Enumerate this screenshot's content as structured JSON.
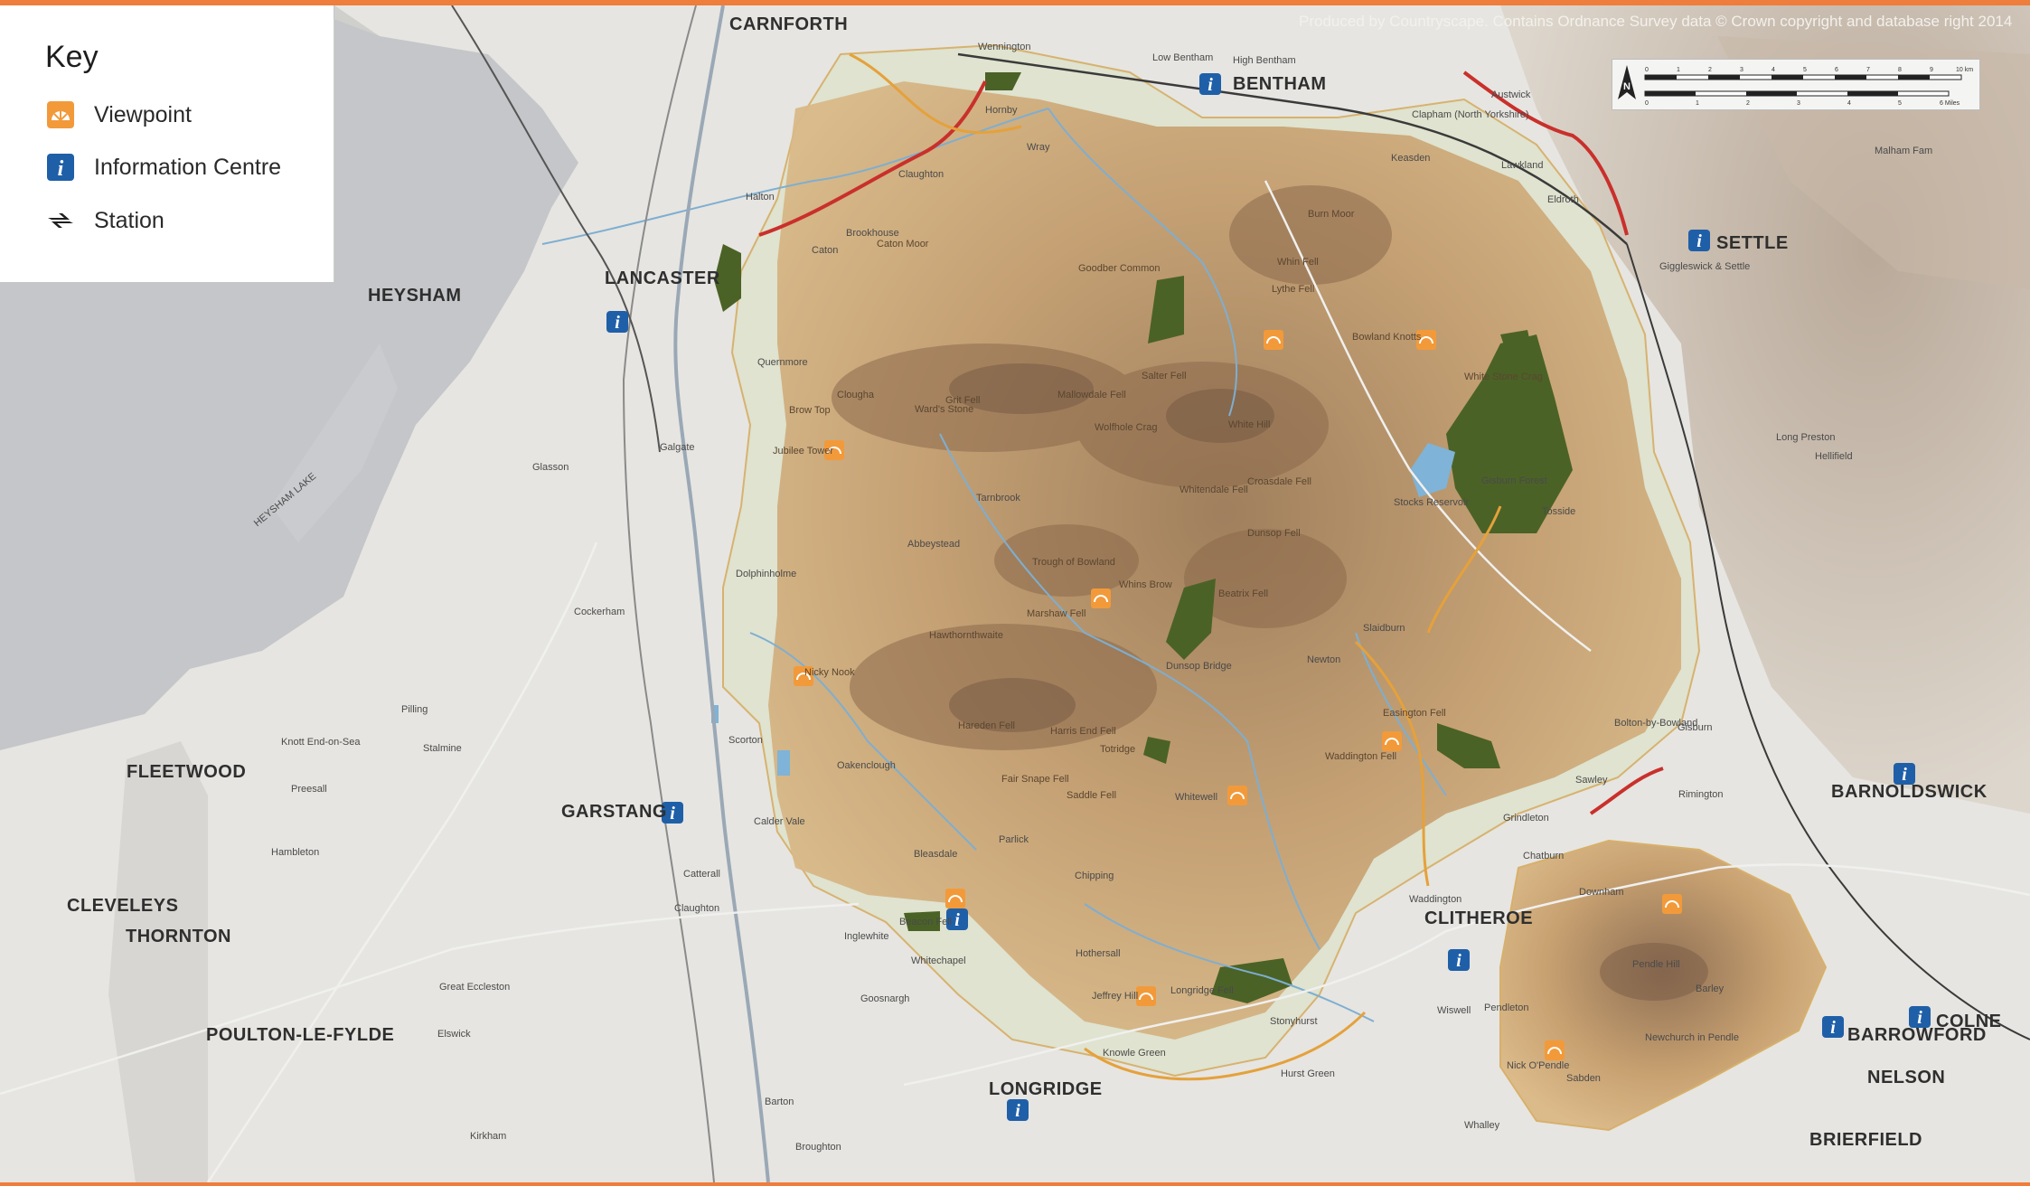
{
  "credit": "Produced by Countryscape. Contains Ordnance Survey data © Crown copyright and database right 2014",
  "key": {
    "title": "Key",
    "items": [
      {
        "icon": "viewpoint-icon",
        "label": "Viewpoint",
        "color": "#f29a3a"
      },
      {
        "icon": "information-centre-icon",
        "label": "Information Centre",
        "color": "#1f5fa8"
      },
      {
        "icon": "station-icon",
        "label": "Station",
        "color": "#1e1e1e"
      }
    ]
  },
  "scale": {
    "km_ticks": [
      "0",
      "1",
      "2",
      "3",
      "4",
      "5",
      "6",
      "7",
      "8",
      "9",
      "10 km"
    ],
    "mile_ticks": [
      "0",
      "1",
      "2",
      "3",
      "4",
      "5",
      "6 Miles"
    ],
    "north": "N"
  },
  "towns": {
    "carnforth": "CARNFORTH",
    "bentham": "BENTHAM",
    "settle": "SETTLE",
    "lancaster": "LANCASTER",
    "heysham": "HEYSHAM",
    "fleetwood": "FLEETWOOD",
    "garstang": "GARSTANG",
    "barnoldswick": "BARNOLDSWICK",
    "clitheroe": "CLITHEROE",
    "cleveleys": "CLEVELEYS",
    "thornton": "THORNTON",
    "poulton": "POULTON-LE-FYLDE",
    "longridge": "LONGRIDGE",
    "barrowford": "BARROWFORD",
    "nelson": "NELSON",
    "brierfield": "BRIERFIELD",
    "colne": "COLNE",
    "heysham_lake": "HEYSHAM LAKE"
  },
  "villages": {
    "wennington": "Wennington",
    "low_bentham": "Low Bentham",
    "high_bentham": "High Bentham",
    "austwick": "Austwick",
    "clapham": "Clapham (North Yorkshire)",
    "lawkland": "Lawkland",
    "eldroth": "Eldroth",
    "keasden": "Keasden",
    "giggleswick": "Giggleswick & Settle",
    "malham": "Malham Fam",
    "long_preston": "Long Preston",
    "hellifield": "Hellifield",
    "tosside": "Tosside",
    "stocks": "Stocks Reservoir",
    "gisburn_forest": "Gisburn Forest",
    "slaidburn": "Slaidburn",
    "newton": "Newton",
    "dunsop": "Dunsop Bridge",
    "whitewell": "Whitewell",
    "chipping": "Chipping",
    "beacon": "Beacon Fell",
    "bleasdale": "Bleasdale",
    "parlick": "Parlick",
    "waddington": "Waddington",
    "grindleton": "Grindleton",
    "chatburn": "Chatburn",
    "downham": "Downham",
    "pendle_hill": "Pendle Hill",
    "barley": "Barley",
    "sabden": "Sabden",
    "newchurch": "Newchurch in Pendle",
    "nick": "Nick O'Pendle",
    "whalley": "Whalley",
    "hurst_green": "Hurst Green",
    "stonyhurst": "Stonyhurst",
    "knowle_green": "Knowle Green",
    "jeffrey_hill": "Jeffrey Hill",
    "longridge_fell": "Longridge Fell",
    "hothersall": "Hothersall",
    "goosnargh": "Goosnargh",
    "inglewhite": "Inglewhite",
    "whitechapel": "Whitechapel",
    "scorton": "Scorton",
    "dolphinholme": "Dolphinholme",
    "abbeystead": "Abbeystead",
    "tarnbrook": "Tarnbrook",
    "quernmore": "Quernmore",
    "caton": "Caton",
    "brookhouse": "Brookhouse",
    "claughton": "Claughton",
    "hornby": "Hornby",
    "wray": "Wray",
    "halton": "Halton",
    "galgate": "Galgate",
    "glasson": "Glasson",
    "cockerham": "Cockerham",
    "pilling": "Pilling",
    "preesall": "Preesall",
    "knott_end": "Knott End-on-Sea",
    "hambleton": "Hambleton",
    "stalmine": "Stalmine",
    "great_eccleston": "Great Eccleston",
    "elswick": "Elswick",
    "kirkham": "Kirkham",
    "broughton": "Broughton",
    "barton": "Barton",
    "catterall": "Catterall",
    "claughton_wyre": "Claughton",
    "calder_vale": "Calder Vale",
    "oakenclough": "Oakenclough",
    "bowland": "Bolton-by-Bowland",
    "sawley": "Sawley",
    "gisburn": "Gisburn",
    "rimington": "Rimington",
    "wiswell": "Wiswell",
    "pendleton": "Pendleton"
  },
  "features": {
    "ward_stone": "Ward's Stone",
    "mallowdale": "Mallowdale Fell",
    "wolfhole": "Wolfhole Crag",
    "white_hill": "White Hill",
    "whin_fell": "Whin Fell",
    "lythe": "Lythe Fell",
    "bowland_knotts": "Bowland Knotts",
    "burn_moor": "Burn Moor",
    "goodber": "Goodber Common",
    "clougha": "Clougha",
    "grit_fell": "Grit Fell",
    "jubilee": "Jubilee Tower",
    "hawthornthwaite": "Hawthornthwaite",
    "marshaw": "Marshaw Fell",
    "trough": "Trough of Bowland",
    "whins_brow": "Whins Brow",
    "totridge": "Totridge",
    "fair_snape": "Fair Snape Fell",
    "saddle": "Saddle Fell",
    "waddington_fell": "Waddington Fell",
    "easington": "Easington Fell",
    "beatrix": "Beatrix Fell",
    "dunsop_fell": "Dunsop Fell",
    "salter": "Salter Fell",
    "croasdale": "Croasdale Fell",
    "whitendale": "Whitendale Fell",
    "hareden": "Hareden Fell",
    "nicky_nook": "Nicky Nook",
    "harris_end": "Harris End Fell",
    "brow_top": "Brow Top",
    "white_stone": "White Stone Crag",
    "caton_moor": "Caton Moor"
  }
}
